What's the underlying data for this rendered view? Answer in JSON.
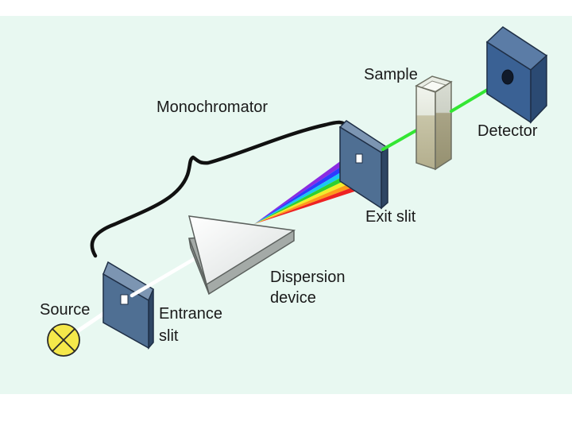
{
  "labels": {
    "monochromator": "Monochromator",
    "sample": "Sample",
    "detector": "Detector",
    "exit_slit": "Exit slit",
    "dispersion_line1": "Dispersion",
    "dispersion_line2": "device",
    "source": "Source",
    "entrance_line1": "Entrance",
    "entrance_line2": "slit"
  },
  "colors": {
    "background": "#e8f8f1",
    "beam_white": "#ffffff",
    "beam_green": "#33e633",
    "slit_plate": "#4f6f93",
    "detector_body": "#3a6194",
    "source_bulb": "#f5e84a"
  },
  "spectrum": [
    "violet",
    "blue",
    "cyan",
    "green",
    "yellow",
    "orange",
    "red"
  ]
}
